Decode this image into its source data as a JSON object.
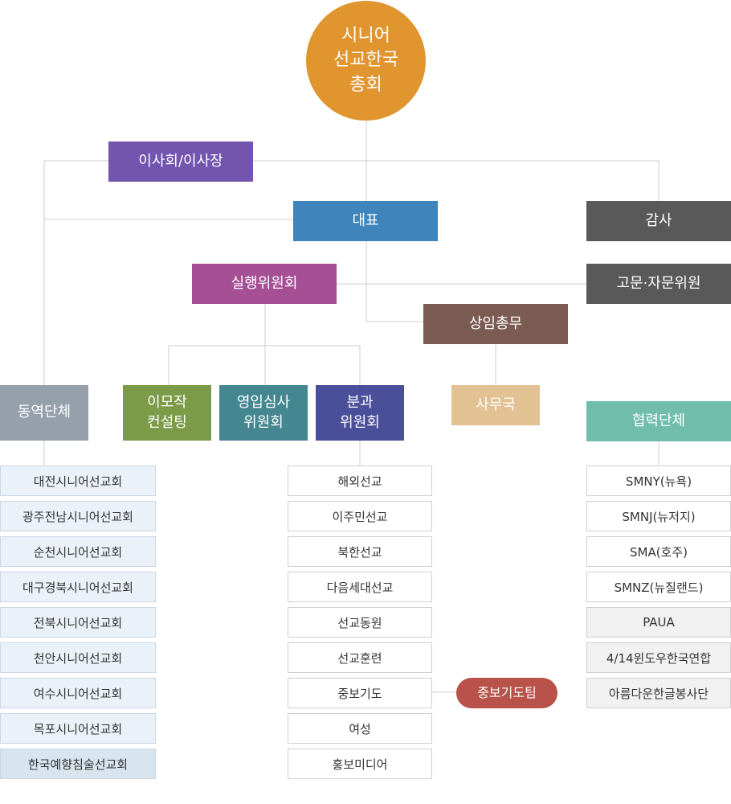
{
  "nodes": {
    "root": "시니어\n선교한국\n총회",
    "board": "이사회/이사장",
    "rep": "대표",
    "audit": "감사",
    "exec_committee": "실행위원회",
    "advisors": "고문·자문위원",
    "standing_secretary": "상임총무",
    "office": "사무국",
    "fellowship": "동역단체",
    "imojak": "이모작\n컨설팅",
    "review": "영입심사\n위원회",
    "subcommittee": "분과\n위원회",
    "partners": "협력단체",
    "prayer_team": "중보기도팀"
  },
  "lists": {
    "fellowship_items": [
      "대전시니어선교회",
      "광주전남시니어선교회",
      "순천시니어선교회",
      "대구경북시니어선교회",
      "전북시니어선교회",
      "천안시니어선교회",
      "여수시니어선교회",
      "목포시니어선교회",
      "한국예향침술선교회"
    ],
    "subcommittee_items": [
      "해외선교",
      "이주민선교",
      "북한선교",
      "다음세대선교",
      "선교동원",
      "선교훈련",
      "중보기도",
      "여성",
      "홍보미디어"
    ],
    "partner_items": [
      "SMNY(뉴욕)",
      "SMNJ(뉴저지)",
      "SMA(호주)",
      "SMNZ(뉴질랜드)",
      "PAUA",
      "4/14윈도우한국연합",
      "아름다운한글봉사단"
    ]
  },
  "colors": {
    "root": "#e0952f",
    "board": "#7355b0",
    "rep": "#3f84ba",
    "dark_gray": "#595959",
    "exec": "#a54f95",
    "secretary": "#7b5b52",
    "office": "#e2c293",
    "fellowship": "#96a0ab",
    "imojak": "#7b9b49",
    "review": "#458790",
    "subcommittee": "#4a4f99",
    "partners": "#6fbdaa",
    "prayer": "#b8524a",
    "line": "#cccccc"
  }
}
